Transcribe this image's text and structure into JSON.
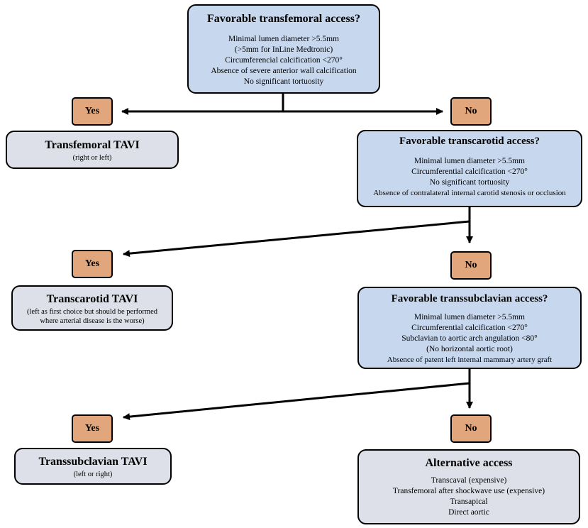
{
  "q1": {
    "title": "Favorable transfemoral access?",
    "lines": [
      "Minimal lumen diameter >5.5mm",
      "(>5mm for InLine Medtronic)",
      "Circumferencial calcification <270°",
      "Absence of severe anterior wall calcification",
      "No significant tortuosity"
    ]
  },
  "q2": {
    "title": "Favorable transcarotid access?",
    "lines": [
      "Minimal lumen diameter >5.5mm",
      "Circumferential calcification <270°",
      "No significant tortuosity",
      "Absence of contralateral internal carotid stenosis or occlusion"
    ]
  },
  "q3": {
    "title": "Favorable transsubclavian access?",
    "lines": [
      "Minimal lumen diameter >5.5mm",
      "Circumferential calcification <270°",
      "Subclavian to aortic arch angulation <80°",
      "(No horizontal aortic root)",
      "Absence of patent left internal mammary artery graft"
    ]
  },
  "r1": {
    "title": "Transfemoral TAVI",
    "lines": [
      "(right or left)"
    ]
  },
  "r2": {
    "title": "Transcarotid TAVI",
    "lines": [
      "(left as first choice but should be performed",
      "where arterial disease is the worse)"
    ]
  },
  "r3": {
    "title": "Transsubclavian TAVI",
    "lines": [
      "(left or right)"
    ]
  },
  "alt": {
    "title": "Alternative access",
    "lines": [
      "Transcaval (expensive)",
      "Transfemoral after shockwave use (expensive)",
      "Transapical",
      "Direct aortic"
    ]
  },
  "yes_label": "Yes",
  "no_label": "No",
  "colors": {
    "question_fill": "#c7d7ee",
    "result_fill": "#dde0e8",
    "pill_fill": "#e2a67d"
  }
}
